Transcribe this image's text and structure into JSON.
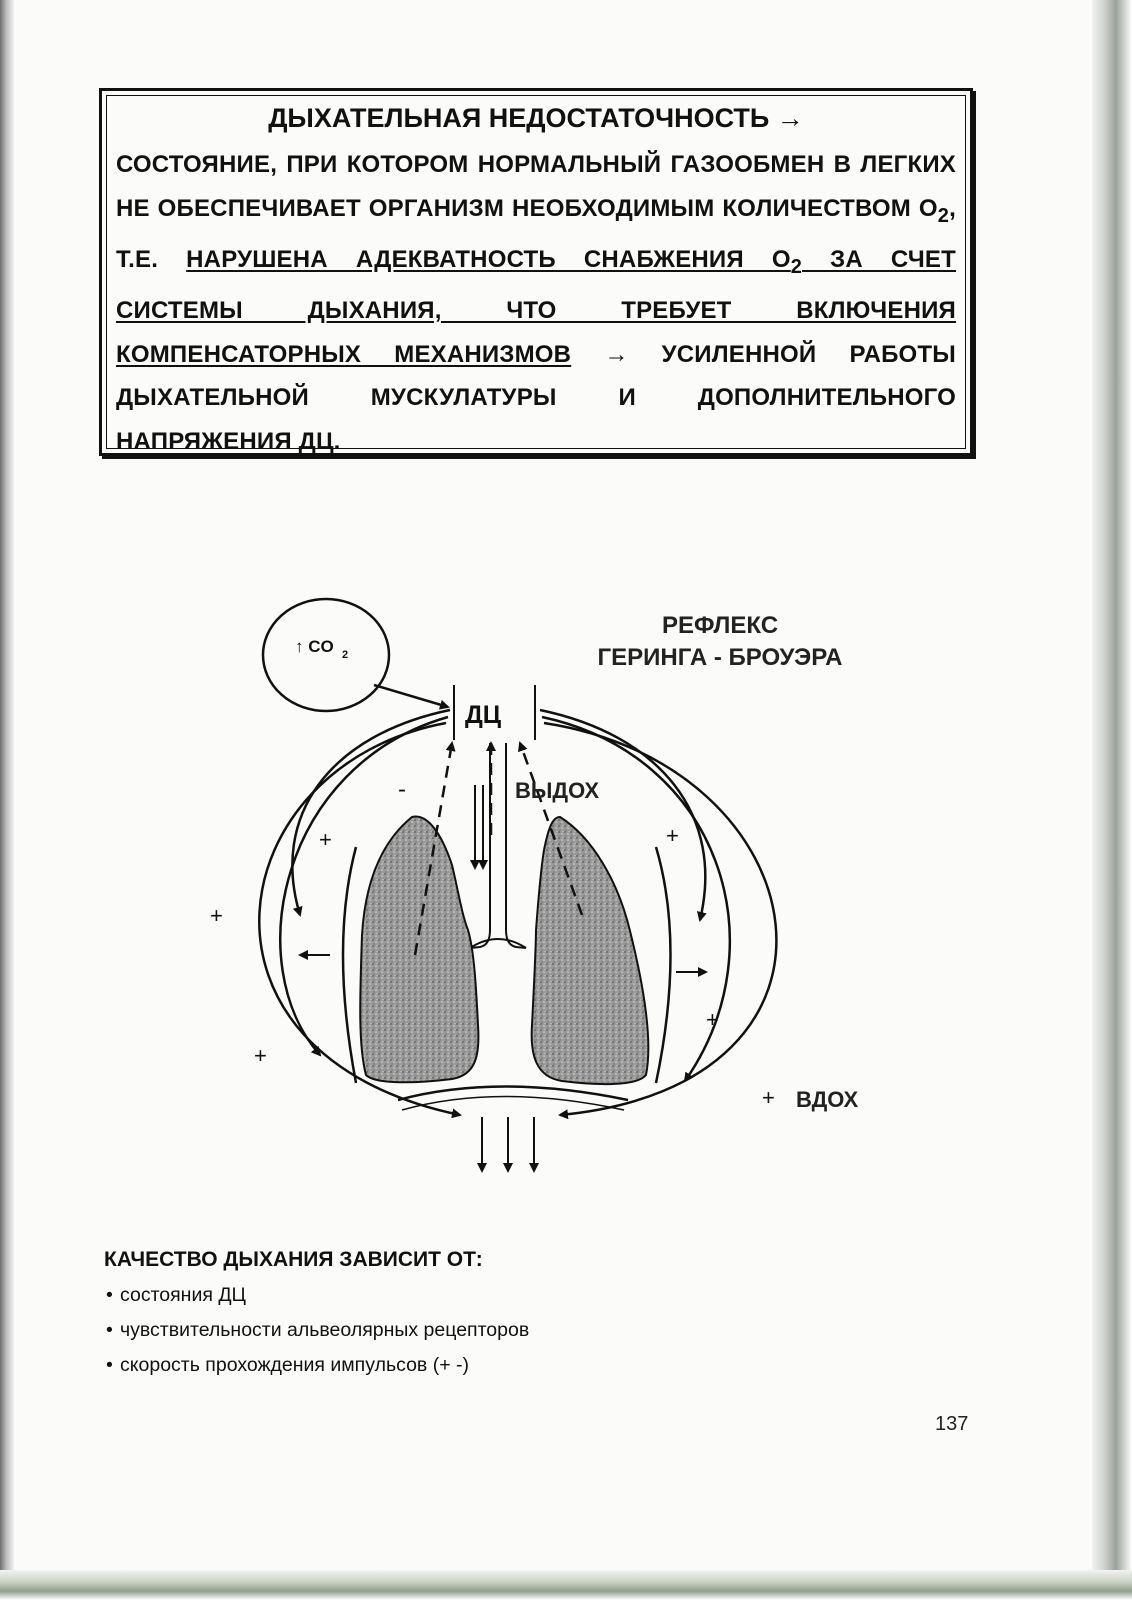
{
  "definition": {
    "title": "ДЫХАТЕЛЬНАЯ НЕДОСТАТОЧНОСТЬ →",
    "seg1": "СОСТОЯНИЕ, ПРИ КОТОРОМ НОРМАЛЬНЫЙ ГАЗООБМЕН В ЛЕГКИХ НЕ ОБЕСПЕЧИВАЕТ ОРГАНИЗМ НЕОБХОДИМЫМ КОЛИЧЕСТВОМ О",
    "sub": "2",
    "seg2": ", Т.Е. ",
    "underlined1": "НАРУШЕНА АДЕКВАТНОСТЬ СНАБЖЕНИЯ О",
    "sub2": "2",
    "underlined2": " ЗА СЧЕТ СИСТЕМЫ ДЫХАНИЯ, ЧТО ТРЕБУЕТ ВКЛЮЧЕНИЯ КОМПЕНСАТОРНЫХ МЕХАНИЗМОВ",
    "seg3": " → УСИЛЕННОЙ РАБОТЫ ДЫХАТЕЛЬНОЙ МУСКУЛАТУРЫ И ДОПОЛНИТЕЛЬНОГО НАПРЯЖЕНИЯ ДЦ."
  },
  "diagram": {
    "co2_label": "↑ CO",
    "co2_sub": "2",
    "center_label": "ДЦ",
    "reflex_line1": "РЕФЛЕКС",
    "reflex_line2": "ГЕРИНГА - БРОУЭРА",
    "exhale": "ВЫДОХ",
    "inhale": "ВДОХ",
    "minus": "-",
    "plus": "+"
  },
  "quality": {
    "title": "КАЧЕСТВО ДЫХАНИЯ ЗАВИСИТ ОТ:",
    "bullet": "•",
    "items": [
      "состояния ДЦ",
      "чувствительности альвеолярных рецепторов",
      "скорость прохождения импульсов (+ -)"
    ]
  },
  "page_number": "137"
}
